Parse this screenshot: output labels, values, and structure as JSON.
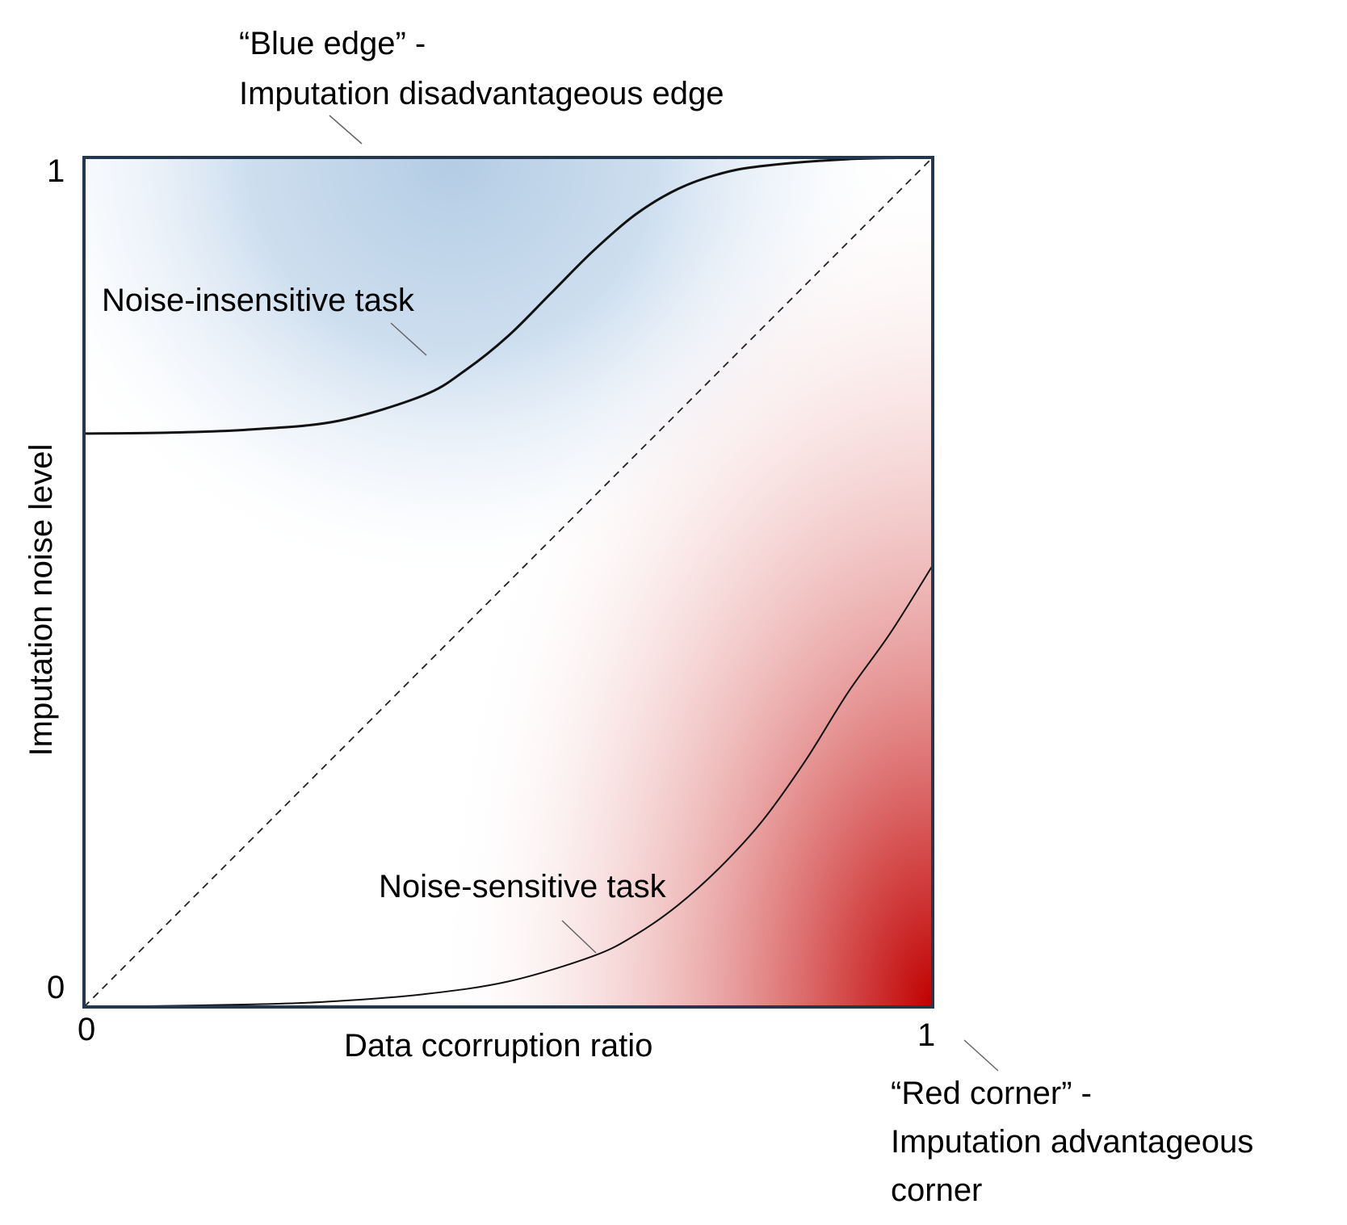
{
  "axes": {
    "x_label": "Data ccorruption ratio",
    "y_label": "Imputation noise level",
    "x_ticks": [
      "0",
      "1"
    ],
    "y_ticks": [
      "0",
      "1"
    ]
  },
  "annotations": {
    "blue_edge": [
      "“Blue edge” -",
      "Imputation disadvantageous edge"
    ],
    "red_corner": [
      "“Red corner” -",
      "Imputation advantageous",
      "corner"
    ],
    "noise_insensitive": "Noise-insensitive task",
    "noise_sensitive": "Noise-sensitive task"
  },
  "colors": {
    "blue_region": "#b9d0e6",
    "red_region": "#c00000",
    "frame": "#243750"
  },
  "chart_data": {
    "type": "line",
    "xlim": [
      0,
      1
    ],
    "ylim": [
      0,
      1
    ],
    "series": [
      {
        "name": "Noise-insensitive task",
        "style": "solid",
        "x": [
          0,
          0.1,
          0.2,
          0.3,
          0.4,
          0.45,
          0.5,
          0.55,
          0.6,
          0.65,
          0.7,
          0.75,
          0.8,
          0.9,
          1.0
        ],
        "y": [
          0.675,
          0.676,
          0.68,
          0.69,
          0.72,
          0.75,
          0.79,
          0.84,
          0.89,
          0.933,
          0.963,
          0.981,
          0.99,
          0.998,
          1.0
        ]
      },
      {
        "name": "Noise-sensitive task",
        "style": "solid",
        "x": [
          0,
          0.2,
          0.3,
          0.4,
          0.5,
          0.6,
          0.65,
          0.7,
          0.75,
          0.8,
          0.85,
          0.9,
          0.95,
          1.0
        ],
        "y": [
          0.0,
          0.003,
          0.007,
          0.015,
          0.03,
          0.06,
          0.085,
          0.12,
          0.165,
          0.22,
          0.29,
          0.37,
          0.44,
          0.52
        ]
      },
      {
        "style": "dashed",
        "x": [
          0,
          1
        ],
        "y": [
          0,
          1
        ]
      }
    ]
  }
}
